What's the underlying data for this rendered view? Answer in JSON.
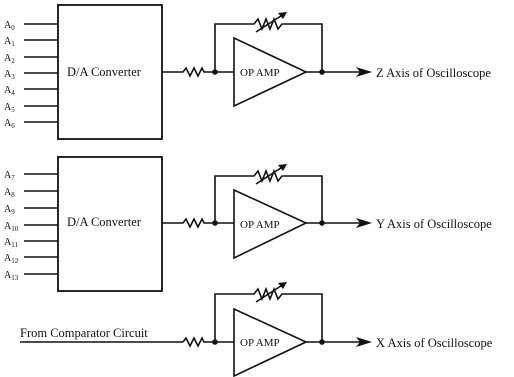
{
  "stages": [
    {
      "id": "z",
      "inputs": [
        "A0",
        "A1",
        "A2",
        "A3",
        "A4",
        "A5",
        "A6"
      ],
      "converter_label": "D/A Converter",
      "amp_label": "OP AMP",
      "output_label": "Z Axis of Oscilloscope"
    },
    {
      "id": "y",
      "inputs": [
        "A7",
        "A8",
        "A9",
        "A10",
        "A11",
        "A12",
        "A13"
      ],
      "converter_label": "D/A Converter",
      "amp_label": "OP AMP",
      "output_label": "Y Axis of Oscilloscope"
    },
    {
      "id": "x",
      "source_label": "From Comparator Circuit",
      "amp_label": "OP AMP",
      "output_label": "X Axis of Oscilloscope"
    }
  ]
}
